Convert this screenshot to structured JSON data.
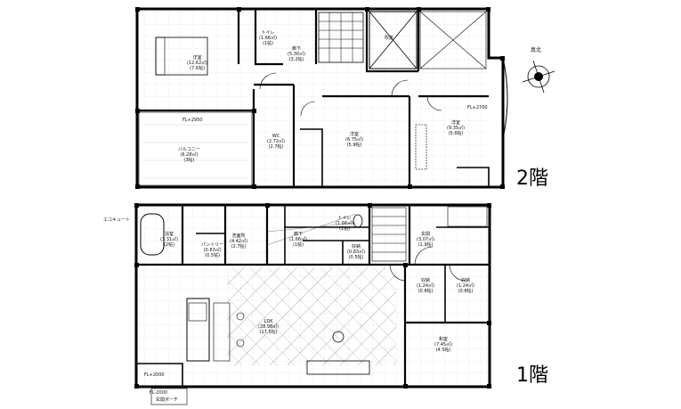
{
  "floors": [
    {
      "label": "2階",
      "rooms": [
        {
          "id": "youshitsu1",
          "name": "洋室",
          "area": "(12.62㎡)",
          "tatami": "(7.6帖)"
        },
        {
          "id": "toilet2",
          "name": "トイレ",
          "area": "(1.66㎡)",
          "tatami": "(1帖)"
        },
        {
          "id": "rouka2",
          "name": "廊下",
          "area": "(5.30㎡)",
          "tatami": "(3.2帖)"
        },
        {
          "id": "wc2",
          "name": "WC",
          "area": "(2.72㎡)",
          "tatami": "(2.7帖)"
        },
        {
          "id": "youshitsu2",
          "name": "洋室",
          "area": "(6.75㎡)",
          "tatami": "(5.9帖)"
        },
        {
          "id": "youshitsu3",
          "name": "洋室",
          "area": "(9.35㎡)",
          "tatami": "(5.6帖)"
        },
        {
          "id": "balcony",
          "name": "バルコニー",
          "area": "(6.28㎡)",
          "tatami": "(3帖)"
        }
      ],
      "notes": [
        "FL+2950",
        "FL+2700",
        "吹抜"
      ]
    },
    {
      "label": "1階",
      "rooms": [
        {
          "id": "ldk",
          "name": "LDK",
          "area": "(28.98㎡)",
          "tatami": "(17.5帖)"
        },
        {
          "id": "washitsu",
          "name": "和室",
          "area": "(7.45㎡)",
          "tatami": "(4.5帖)"
        },
        {
          "id": "senmenjo",
          "name": "洗面所",
          "area": "(4.42㎡)",
          "tatami": "(2.7帖)"
        },
        {
          "id": "yokushitsu",
          "name": "浴室",
          "area": "(3.31㎡)",
          "tatami": "(2帖)"
        },
        {
          "id": "toilet1",
          "name": "トイレ",
          "area": "(1.66㎡)",
          "tatami": "(1帖)"
        },
        {
          "id": "rouka1",
          "name": "廊下",
          "area": "(1.66㎡)",
          "tatami": "(1帖)"
        },
        {
          "id": "genkan",
          "name": "玄関",
          "area": "(3.07㎡)",
          "tatami": "(1.9帖)"
        },
        {
          "id": "shuno1",
          "name": "収納",
          "area": "(0.83㎡)",
          "tatami": "(0.5帖)"
        },
        {
          "id": "shuno2",
          "name": "収納",
          "area": "(1.24㎡)",
          "tatami": "(0.8帖)"
        },
        {
          "id": "shuno3",
          "name": "収納",
          "area": "(1.24㎡)",
          "tatami": "(0.8帖)"
        },
        {
          "id": "pantry",
          "name": "パントリー",
          "area": "(0.83㎡)",
          "tatami": "(0.5帖)"
        }
      ],
      "notes": [
        "FL+2000",
        "エコキュート",
        "玄関ポーチ",
        "FL-2000"
      ]
    }
  ],
  "compass": {
    "label": "真北"
  }
}
